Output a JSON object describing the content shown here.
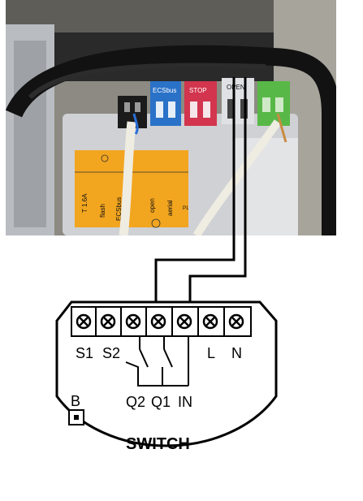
{
  "photo": {
    "terminal_labels": [
      "ECSbus",
      "STOP",
      "OPEN"
    ],
    "panel_labels": [
      "T 1.6A",
      "flash",
      "ECSbus",
      "open",
      "aerial"
    ],
    "panel_small_label": "P1"
  },
  "module": {
    "terminal_labels": [
      "S1",
      "S2",
      "L",
      "N"
    ],
    "output_labels": [
      "Q2",
      "Q1",
      "IN"
    ],
    "button_label": "B",
    "title": "SWITCH"
  }
}
